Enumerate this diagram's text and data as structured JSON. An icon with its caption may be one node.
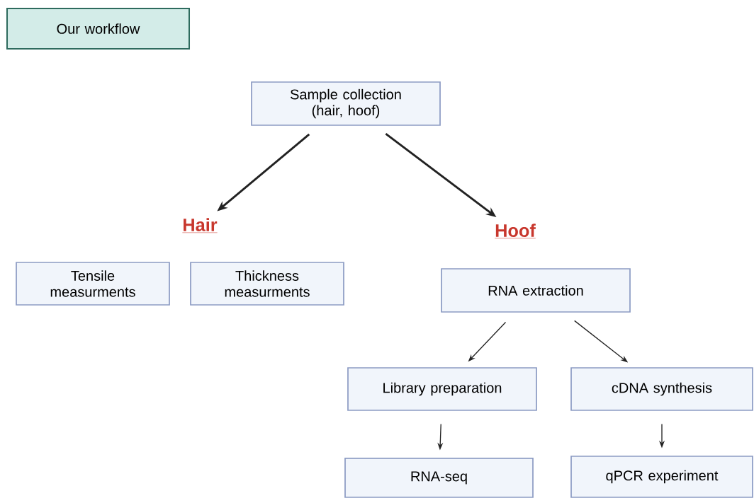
{
  "diagram": {
    "nodes": [
      {
        "text": [
          "Our workflow"
        ]
      },
      {
        "text": [
          "Sample collection (hair, hoof)"
        ]
      },
      {
        "text": [
          "Hair"
        ]
      },
      {
        "text": [
          "Hoof"
        ]
      },
      {
        "text": [
          "Tensile measurments"
        ]
      },
      {
        "text": [
          "Thickness measurments"
        ]
      },
      {
        "text": [
          "RNA extraction"
        ]
      },
      {
        "text": [
          "Library preparation"
        ]
      },
      {
        "text": [
          "cDNA synthesis"
        ]
      },
      {
        "text": [
          "RNA-seq"
        ]
      },
      {
        "text": [
          "qPCR experiment"
        ]
      }
    ],
    "edges": [
      {
        "from": 1,
        "to": 2,
        "arrow": "to",
        "style": "thick"
      },
      {
        "from": 1,
        "to": 3,
        "arrow": "to",
        "style": "thick"
      },
      {
        "from": 6,
        "to": 7,
        "arrow": "to"
      },
      {
        "from": 6,
        "to": 8,
        "arrow": "to"
      },
      {
        "from": 7,
        "to": 9,
        "arrow": "to"
      },
      {
        "from": 8,
        "to": 10,
        "arrow": "to"
      }
    ]
  }
}
